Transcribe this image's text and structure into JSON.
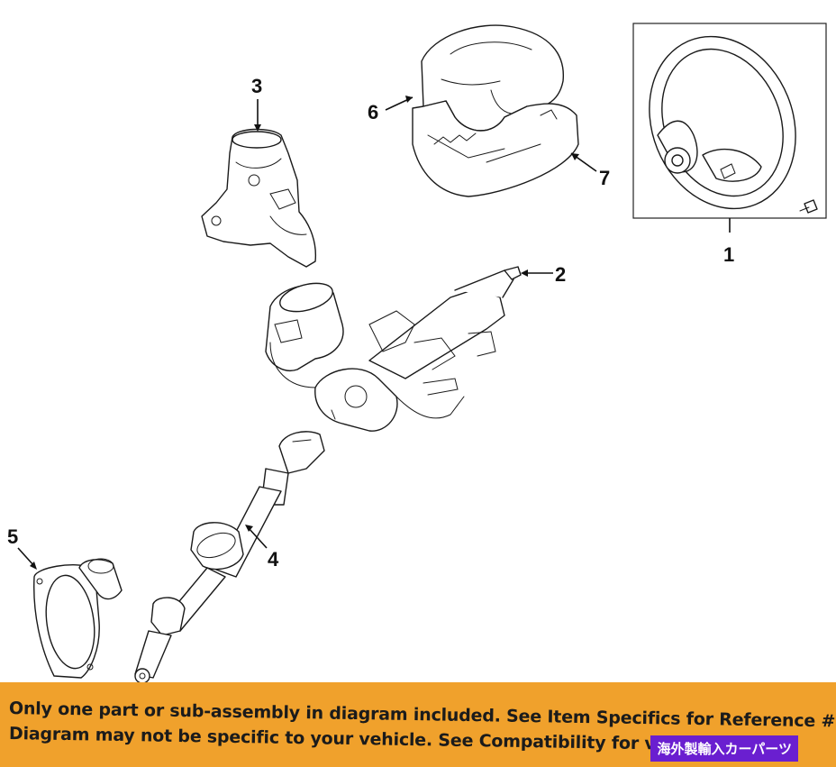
{
  "callouts": {
    "c1": "1",
    "c2": "2",
    "c3": "3",
    "c4": "4",
    "c5": "5",
    "c6": "6",
    "c7": "7"
  },
  "parts": [
    {
      "number": "1",
      "icon": "steering-wheel-icon"
    },
    {
      "number": "2",
      "icon": "steering-column-icon"
    },
    {
      "number": "3",
      "icon": "ignition-lock-housing-icon"
    },
    {
      "number": "4",
      "icon": "intermediate-shaft-icon"
    },
    {
      "number": "5",
      "icon": "boot-seal-icon"
    },
    {
      "number": "6",
      "icon": "upper-column-cover-icon"
    },
    {
      "number": "7",
      "icon": "lower-column-cover-icon"
    }
  ],
  "banner": {
    "line1": "Only one part or sub-assembly in diagram included. See Item Specifics for Reference #.",
    "line2": "Diagram may not be specific to your vehicle. See Compatibility for vehicle-sp",
    "badge": "海外製輸入カーパーツ",
    "background": "#f0a12c",
    "badge_background": "#6a1fd0"
  }
}
